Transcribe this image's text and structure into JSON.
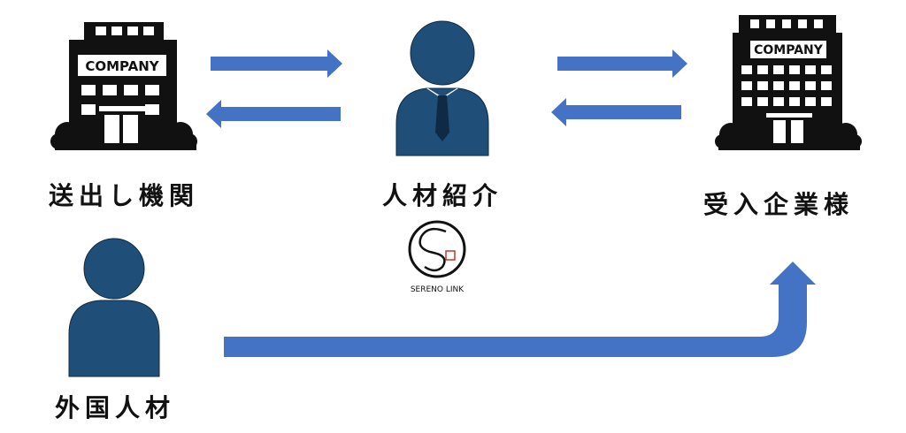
{
  "nodes": {
    "sender": {
      "label": "送出し機関",
      "sign": "COMPANY"
    },
    "agency": {
      "label": "人材紹介",
      "logo_text": "SERENO LINK"
    },
    "receiver": {
      "label": "受入企業様",
      "sign": "COMPANY"
    },
    "worker": {
      "label": "外国人材"
    }
  },
  "colors": {
    "arrow": "#4472C4",
    "person": "#1F4E79",
    "building": "#111111"
  }
}
